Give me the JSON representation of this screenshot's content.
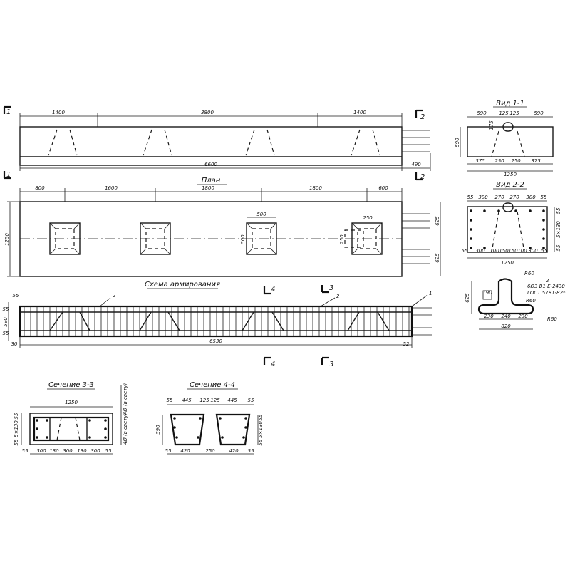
{
  "titles": {
    "plan": "План",
    "scheme": "Схема армирования",
    "view11": "Вид 1-1",
    "view22": "Вид 2-2",
    "sec33": "Сечение 3-3",
    "sec44": "Сечение 4-4"
  },
  "markers": {
    "m1": "1",
    "m2": "2",
    "m3": "3",
    "m4": "4"
  },
  "elevation": {
    "dims_top": [
      "1400",
      "3800",
      "1400"
    ],
    "overall": "6600",
    "end_ext": "490"
  },
  "plan": {
    "dims_top": [
      "800",
      "1600",
      "1800",
      "1800",
      "600"
    ],
    "height": "1250",
    "side": [
      "625",
      "625"
    ],
    "socket": "500",
    "socket_side": "500",
    "small": [
      "250",
      "250"
    ]
  },
  "reinf": {
    "dims_left": [
      "55",
      "55",
      "55"
    ],
    "height": "590",
    "overall": "6530",
    "end_left": "30",
    "end_right": "52",
    "pos": [
      "1",
      "2",
      "2"
    ]
  },
  "view11": {
    "top": [
      "590",
      "125",
      "125",
      "590"
    ],
    "bottom": [
      "375",
      "250",
      "250",
      "375"
    ],
    "total": "1250",
    "height": "590",
    "hole": "175"
  },
  "view22": {
    "top": [
      "55",
      "300",
      "270",
      "270",
      "300",
      "55"
    ],
    "bottom": [
      "55",
      "300",
      "100",
      "150",
      "150",
      "100",
      "300",
      "55"
    ],
    "total": "1250",
    "right": [
      "55",
      "5×130",
      "55"
    ]
  },
  "hook": {
    "r1": "R60",
    "r2": "R60",
    "r3": "R60",
    "steel": "6Ø3 В1 Е-2430",
    "gost": "ГОСТ 5781-82*",
    "pos": "2",
    "height": "625",
    "small": "190",
    "dims": [
      "230",
      "240",
      "230"
    ],
    "total": "820"
  },
  "sec33": {
    "total": "1250",
    "bottom": [
      "55",
      "300",
      "130",
      "300",
      "130",
      "300",
      "55"
    ],
    "left": [
      "55",
      "5×130",
      "55"
    ],
    "right_a": "4Ø (в свету)",
    "right_b": "4Ø (в свету)"
  },
  "sec44": {
    "top": [
      "55",
      "445",
      "125",
      "125",
      "445",
      "55"
    ],
    "bottom": [
      "55",
      "420",
      "250",
      "420",
      "55"
    ],
    "height": "590",
    "right": [
      "55",
      "5×130",
      "55"
    ]
  }
}
